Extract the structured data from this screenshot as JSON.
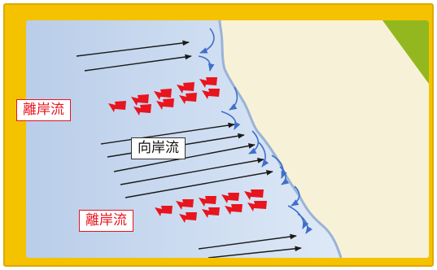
{
  "labels": {
    "rip_current_upper": "離岸流",
    "onshore_current": "向岸流",
    "rip_current_lower": "離岸流"
  },
  "colors": {
    "frame": "#f5c200",
    "sea": "#c7d8ef",
    "sea_light": "#e6eef9",
    "land": "#f7f2d7",
    "shore_line": "#9ab3d6",
    "grass": "#93b81f",
    "onshore_arrow": "#1a1a1a",
    "rip_arrow": "#e8141e",
    "swirl_arrow": "#3f6fc9"
  },
  "icons": {
    "onshore_arrows": "thin-black-arrow-right",
    "rip_arrows": "dashed-red-arrow-left",
    "swirl_arrows": "curved-blue-arrow"
  }
}
